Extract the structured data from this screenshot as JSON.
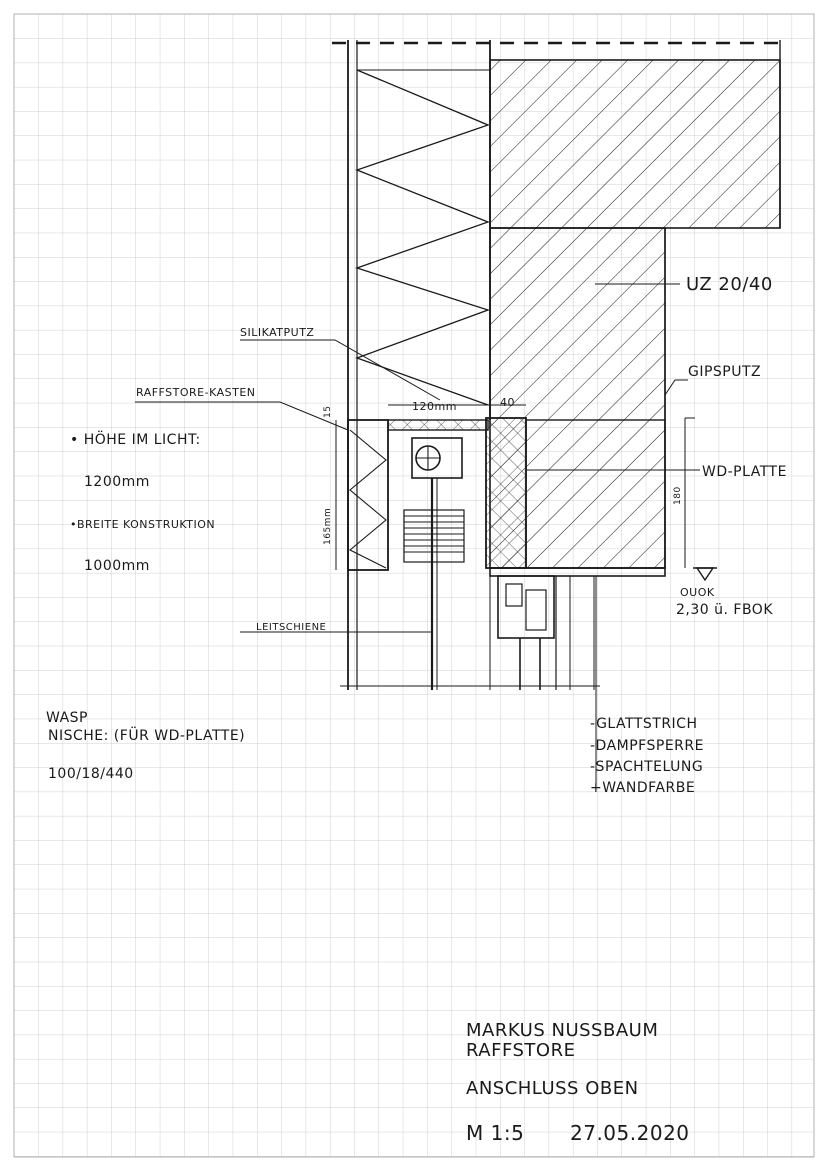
{
  "drawing": {
    "labels": {
      "uz": "UZ 20/40",
      "gipsputz": "GIPSPUTZ",
      "silikatputz": "SILIKATPUTZ",
      "raffstore_kasten": "RAFFSTORE-KASTEN",
      "wd_platte": "WD-PLATTE",
      "leitschiene": "LEITSCHIENE"
    },
    "dimensions": {
      "width_120": "120mm",
      "width_40": "40",
      "height_165": "165mm",
      "height_15": "15",
      "height_180": "180"
    },
    "level_marker": {
      "line1": "OUOK",
      "line2": "2,30 ü. FBOK"
    }
  },
  "notes": {
    "hoehe_label": "• HÖHE IM LICHT:",
    "hoehe_value": "1200mm",
    "breite_label": "•BREITE KONSTRUKTION",
    "breite_value": "1000mm",
    "wasp": "WASP",
    "nische": "NISCHE: (FÜR WD-PLATTE)",
    "nische_value": "100/18/440"
  },
  "layers": [
    "-GLATTSTRICH",
    "-DAMPFSPERRE",
    "-SPACHTELUNG",
    "+WANDFARBE"
  ],
  "title_block": {
    "author": "MARKUS NUSSBAUM",
    "subject": "RAFFSTORE",
    "detail": "ANSCHLUSS OBEN",
    "scale": "M 1:5",
    "date": "27.05.2020"
  },
  "colors": {
    "ink": "#1a1a1a",
    "grid": "#c4c4c4",
    "paper": "#ffffff"
  }
}
